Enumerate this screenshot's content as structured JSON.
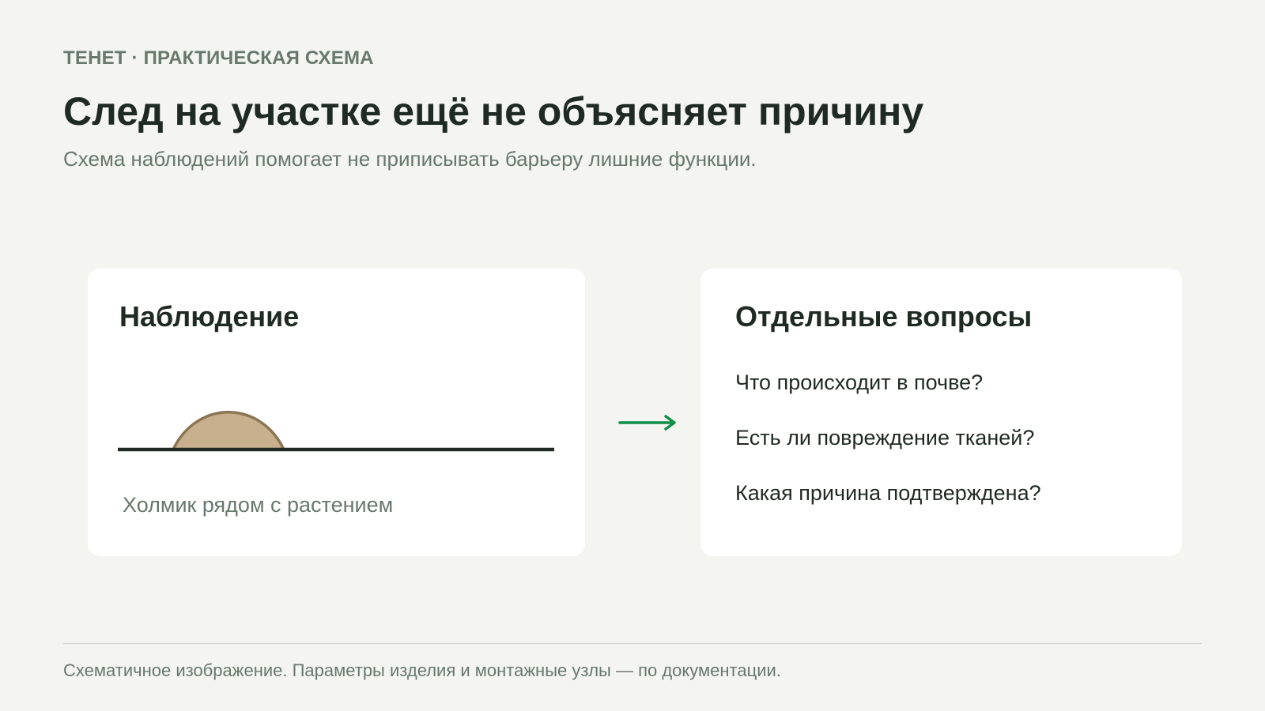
{
  "header": {
    "eyebrow": "ТЕНЕТ · ПРАКТИЧЕСКАЯ СХЕМА",
    "title": "След на участке ещё не объясняет причину",
    "subtitle": "Схема наблюдений помогает не приписывать барьеру лишние функции."
  },
  "observation": {
    "heading": "Наблюдение",
    "caption": "Холмик рядом с растением"
  },
  "questions": {
    "heading": "Отдельные вопросы",
    "items": [
      "Что происходит в почве?",
      "Есть ли повреждение тканей?",
      "Какая причина подтверждена?"
    ]
  },
  "footer": {
    "note": "Схематичное изображение. Параметры изделия и монтажные узлы — по документации."
  },
  "colors": {
    "background": "#f4f5f0",
    "card": "#ffffff",
    "text_dark": "#1f2a22",
    "text_muted": "#68786b",
    "mound_fill": "#c8b08e",
    "mound_stroke": "#8b7553",
    "ground_line": "#1f2a22",
    "arrow": "#0e8f45"
  }
}
